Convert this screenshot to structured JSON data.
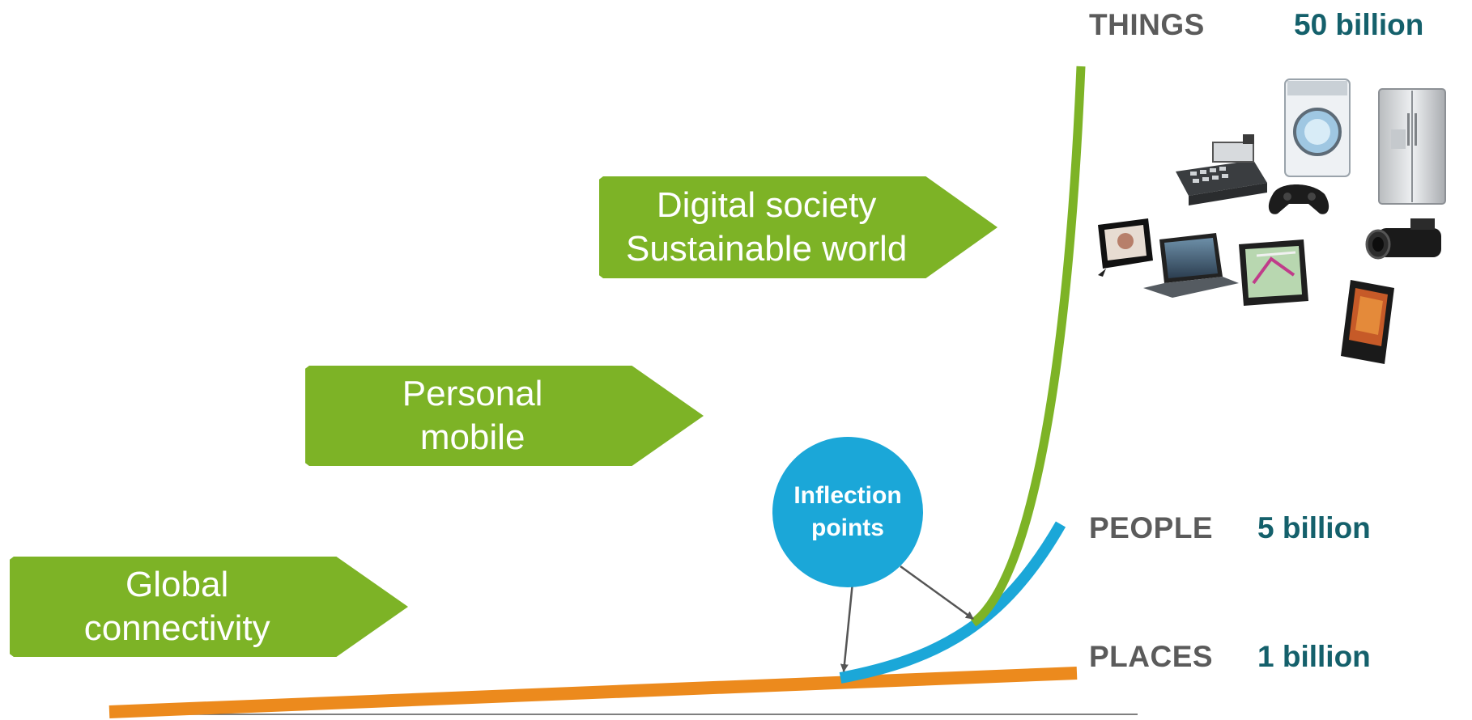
{
  "boxes": {
    "global": [
      "Global",
      "connectivity"
    ],
    "personal": [
      "Personal",
      "mobile"
    ],
    "digital": [
      "Digital society",
      "Sustainable world"
    ]
  },
  "bubble": [
    "Inflection",
    "points"
  ],
  "series": {
    "things": {
      "label": "THINGS",
      "value": "50 billion"
    },
    "people": {
      "label": "PEOPLE",
      "value": "5 billion"
    },
    "places": {
      "label": "PLACES",
      "value": "1 billion"
    }
  },
  "colors": {
    "green": "#7db326",
    "blue": "#1ba7d8",
    "orange": "#ec8a1d",
    "label_gray": "#5b5b5b",
    "value_teal": "#14606b"
  },
  "icons": [
    "washing-machine-icon",
    "refrigerator-icon",
    "cash-register-icon",
    "game-controller-icon",
    "photo-frame-icon",
    "portable-dvd-player-icon",
    "gps-navigator-icon",
    "camcorder-icon",
    "mobile-phone-icon"
  ]
}
